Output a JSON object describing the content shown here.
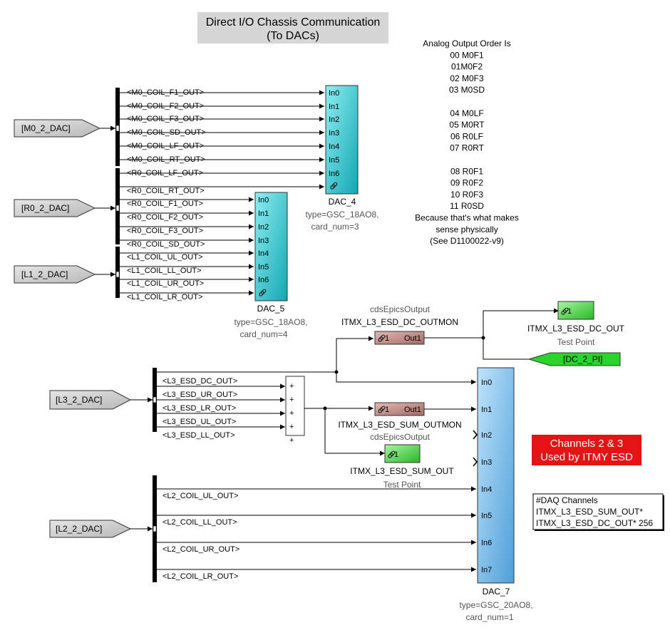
{
  "title": {
    "line1": "Direct I/O Chassis Communication",
    "line2": "(To DACs)"
  },
  "analog_note": [
    "Analog Output Order Is",
    "00 M0F1",
    "01M0F2",
    "02 M0F3",
    "03 M0SD",
    "",
    "04 M0LF",
    "05 M0RT",
    "06 R0LF",
    "07 R0RT",
    "",
    "08 R0F1",
    "09 R0F2",
    "10 R0F3",
    "11 R0SD",
    "Because that's what makes",
    "sense physically",
    "(See D1100022-v9)"
  ],
  "from_tags": {
    "m0": "[M0_2_DAC]",
    "r0": "[R0_2_DAC]",
    "l1": "[L1_2_DAC]",
    "l3": "[L3_2_DAC]",
    "l2": "[L2_2_DAC]"
  },
  "dac4": {
    "name": "DAC_4",
    "param1": "type=GSC_18AO8,",
    "param2": "card_num=3",
    "ports": [
      "In0",
      "In1",
      "In2",
      "In3",
      "In4",
      "In5",
      "In6"
    ]
  },
  "dac5": {
    "name": "DAC_5",
    "param1": "type=GSC_18AO8,",
    "param2": "card_num=4",
    "ports": [
      "In0",
      "In1",
      "In2",
      "In3",
      "In4",
      "In5",
      "In6"
    ]
  },
  "dac7": {
    "name": "DAC_7",
    "param1": "type=GSC_20AO8,",
    "param2": "card_num=1",
    "ports": [
      "In0",
      "In1",
      "In2",
      "In3",
      "In4",
      "In5",
      "In6",
      "In7"
    ]
  },
  "signals_dac4": [
    "<M0_COIL_F1_OUT>",
    "<M0_COIL_F2_OUT>",
    "<M0_COIL_F3_OUT>",
    "<M0_COIL_SD_OUT>",
    "<M0_COIL_LF_OUT>",
    "<M0_COIL_RT_OUT>",
    "<R0_COIL_LF_OUT>"
  ],
  "signals_dac5": [
    "<R0_COIL_RT_OUT>",
    "<R0_COIL_F1_OUT>",
    "<R0_COIL_F2_OUT>",
    "<R0_COIL_F3_OUT>",
    "<R0_COIL_SD_OUT>",
    "<L1_COIL_UL_OUT>",
    "<L1_COIL_LL_OUT>",
    "<L1_COIL_UR_OUT>",
    "<L1_COIL_LR_OUT>"
  ],
  "signals_l3": [
    "<L3_ESD_DC_OUT>",
    "<L3_ESD_UR_OUT>",
    "<L3_ESD_LR_OUT>",
    "<L3_ESD_UL_OUT>",
    "<L3_ESD_LL_OUT>"
  ],
  "signals_l2": [
    "<L2_COIL_UL_OUT>",
    "<L2_COIL_LL_OUT>",
    "<L2_COIL_UR_OUT>",
    "<L2_COIL_LR_OUT>"
  ],
  "sum_signs": [
    "+",
    "+",
    "+",
    "+",
    "+"
  ],
  "epics_dc": {
    "label": "cdsEpicsOutput",
    "name": "ITMX_L3_ESD_DC_OUTMON",
    "in_port": "1",
    "out_port": "Out1"
  },
  "epics_sum": {
    "label": "cdsEpicsOutput",
    "name": "ITMX_L3_ESD_SUM_OUTMON",
    "in_port": "1",
    "out_port": "Out1"
  },
  "tp_dc": {
    "name": "ITMX_L3_ESD_DC_OUT",
    "label": "Test Point",
    "port": "1"
  },
  "tp_sum": {
    "name": "ITMX_L3_ESD_SUM_OUT",
    "label": "Test Point",
    "port": "1"
  },
  "goto_tag": "[DC_2_PI]",
  "esd_note": {
    "line1": "Channels 2 & 3",
    "line2": "Used by ITMY ESD"
  },
  "daq_box": [
    "#DAQ Channels",
    "ITMX_L3_ESD_SUM_OUT*",
    "ITMX_L3_ESD_DC_OUT* 256"
  ],
  "colors": {
    "dac_cyan": "#2cc5cc",
    "dac_blue": "#6fb4e6",
    "epics_brown": "#c08a84",
    "testpoint_green": "#3bd23b",
    "goto_green": "#29d129",
    "note_red": "#e41414",
    "from_gray": "#c8c8c8"
  }
}
